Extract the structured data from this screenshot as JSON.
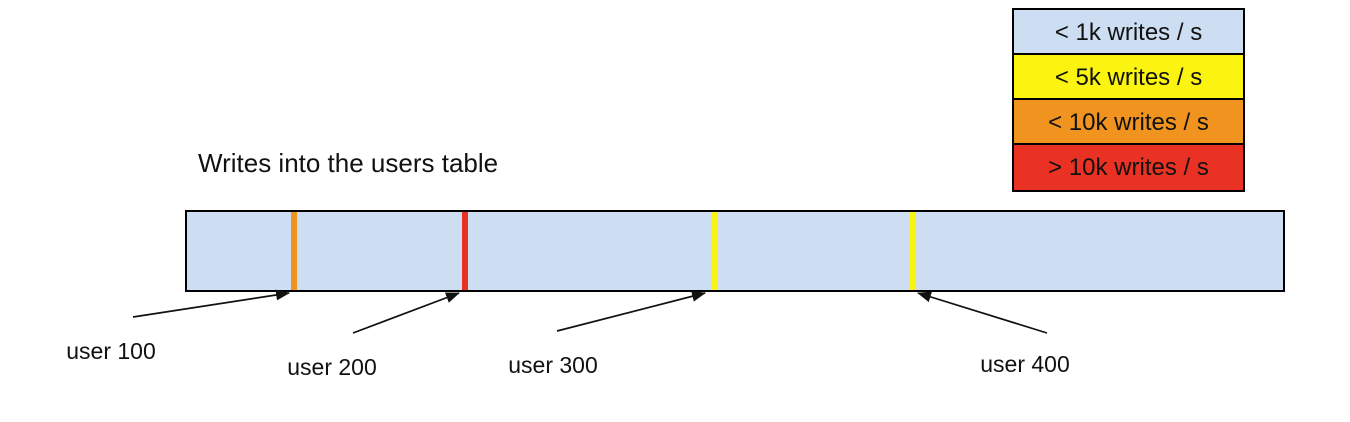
{
  "title": "Writes into the users table",
  "legend": {
    "items": [
      {
        "label": "< 1k writes / s",
        "color": "#cdddf2"
      },
      {
        "label": "< 5k writes / s",
        "color": "#fbf310"
      },
      {
        "label": "< 10k writes / s",
        "color": "#f0941f"
      },
      {
        "label": "> 10k writes / s",
        "color": "#e93223"
      }
    ]
  },
  "bar": {
    "fill": "#cdddf2",
    "border": "#000000"
  },
  "markers": [
    {
      "user": "user 100",
      "rate": "< 10k writes / s",
      "color": "#f0941f",
      "left_pct": "9.5%"
    },
    {
      "user": "user 200",
      "rate": "> 10k writes / s",
      "color": "#e93223",
      "left_pct": "25.1%"
    },
    {
      "user": "user 300",
      "rate": "< 5k writes / s",
      "color": "#fbf310",
      "left_pct": "47.8%"
    },
    {
      "user": "user 400",
      "rate": "< 5k writes / s",
      "color": "#fbf310",
      "left_pct": "66.0%"
    }
  ]
}
